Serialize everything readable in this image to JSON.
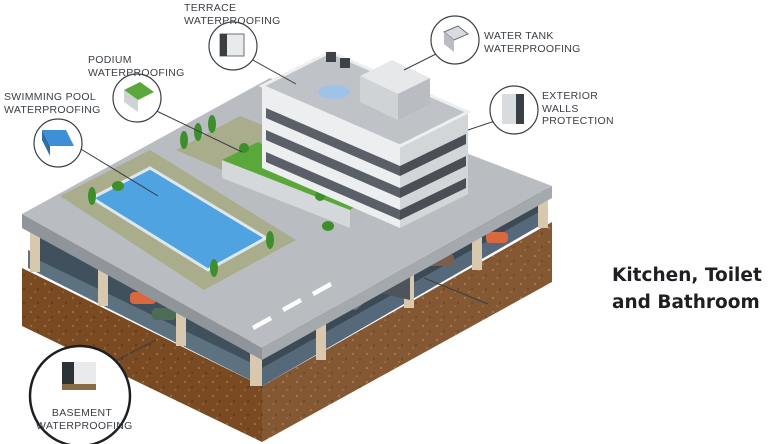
{
  "callouts": {
    "terrace": "TERRACE\nWATERPROOFING",
    "water_tank": "WATER TANK\nWATERPROOFING",
    "podium": "PODIUM\nWATERPROOFING",
    "swimming_pool": "SWIMMING POOL\nWATERPROOFING",
    "exterior_walls": "EXTERIOR\nWALLS\nPROTECTION",
    "basement": "BASEMENT\nWATERPROOFING"
  },
  "heading": "Kitchen, Toilet\nand Bathroom",
  "colors": {
    "slab_top": "#b9bdc1",
    "slab_front": "#9ea3a8",
    "soil": "#7a4a22",
    "lawn": "#a9ad8c",
    "pool_water": "#4fa3e0",
    "building_white": "#eceeef",
    "building_stripe": "#5b6068",
    "greenery": "#5aa83a",
    "callout_line": "#3a3f44"
  }
}
